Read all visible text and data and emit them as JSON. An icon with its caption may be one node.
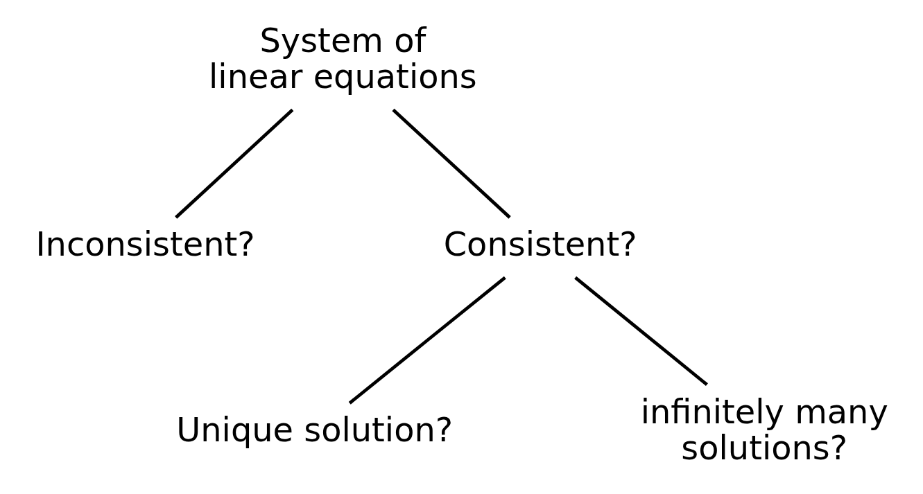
{
  "diagram": {
    "nodes": [
      {
        "text": [
          "System of linear equations"
        ]
      },
      {
        "text": [
          "Inconsistent?"
        ]
      },
      {
        "text": [
          "Consistent?"
        ]
      },
      {
        "text": [
          "Unique solution?"
        ]
      },
      {
        "text": [
          "infinitely many solutions?"
        ]
      }
    ],
    "edges": [
      {
        "from": 0,
        "to": 1,
        "arrow": "none"
      },
      {
        "from": 0,
        "to": 2,
        "arrow": "none"
      },
      {
        "from": 2,
        "to": 3,
        "arrow": "none"
      },
      {
        "from": 2,
        "to": 4,
        "arrow": "none"
      }
    ]
  }
}
